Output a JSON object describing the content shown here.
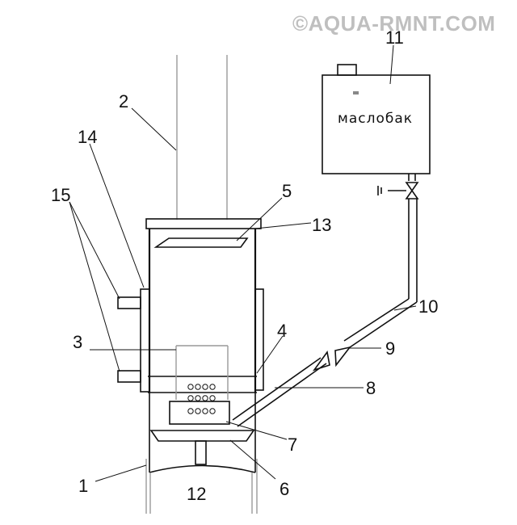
{
  "watermark": "©AQUA-RMNT.COM",
  "tank_label": "маслобак",
  "labels": {
    "n1": "1",
    "n2": "2",
    "n3": "3",
    "n4": "4",
    "n5": "5",
    "n6": "6",
    "n7": "7",
    "n8": "8",
    "n9": "9",
    "n10": "10",
    "n11": "11",
    "n12": "12",
    "n13": "13",
    "n14": "14",
    "n15": "15"
  }
}
